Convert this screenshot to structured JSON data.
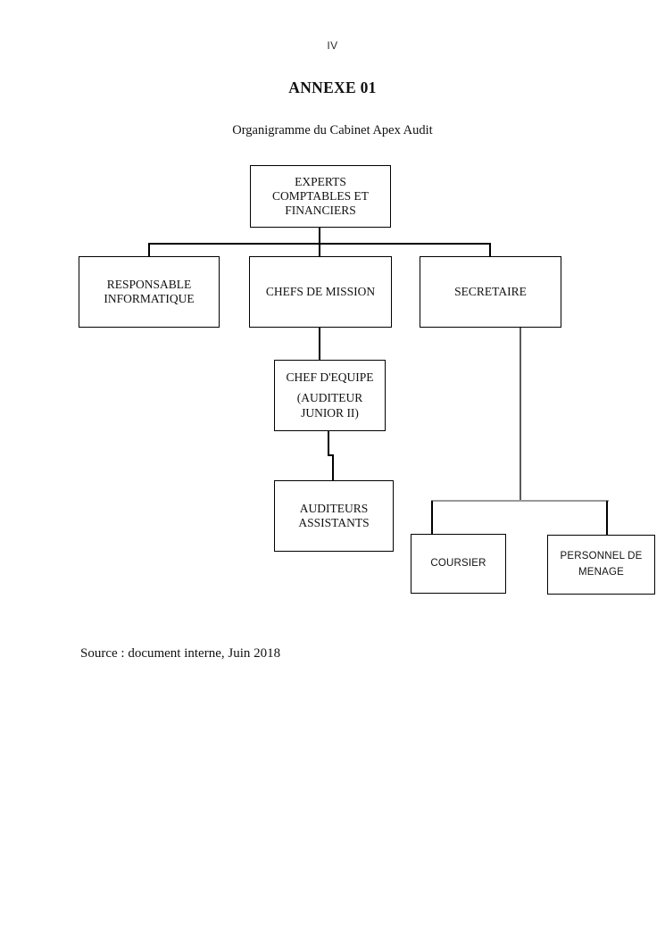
{
  "page": {
    "number": "IV",
    "title": "ANNEXE 01",
    "subtitle": "Organigramme du Cabinet Apex Audit",
    "source": "Source : document interne, Juin 2018"
  },
  "org_chart": {
    "nodes": {
      "root": {
        "label": "EXPERTS COMPTABLES ET FINANCIERS"
      },
      "responsable_informatique": {
        "label": "RESPONSABLE INFORMATIQUE"
      },
      "chefs_de_mission": {
        "label": "CHEFS DE MISSION"
      },
      "secretaire": {
        "label": "SECRETAIRE"
      },
      "chef_equipe": {
        "label": "CHEF D'EQUIPE",
        "sublabel": "(AUDITEUR JUNIOR II)"
      },
      "auditeurs_assistants": {
        "label": "AUDITEURS ASSISTANTS"
      },
      "coursier": {
        "label": "COURSIER"
      },
      "personnel_menage": {
        "label": "PERSONNEL DE MENAGE"
      }
    },
    "edges": [
      {
        "from": "root",
        "to": "responsable_informatique"
      },
      {
        "from": "root",
        "to": "chefs_de_mission"
      },
      {
        "from": "root",
        "to": "secretaire"
      },
      {
        "from": "chefs_de_mission",
        "to": "chef_equipe"
      },
      {
        "from": "chef_equipe",
        "to": "auditeurs_assistants"
      },
      {
        "from": "secretaire",
        "to": "coursier"
      },
      {
        "from": "secretaire",
        "to": "personnel_menage"
      }
    ]
  },
  "colors": {
    "background": "#ffffff",
    "box_border": "#000000",
    "text": "#111111",
    "connector": "#000000",
    "connector_light": "#999999"
  }
}
